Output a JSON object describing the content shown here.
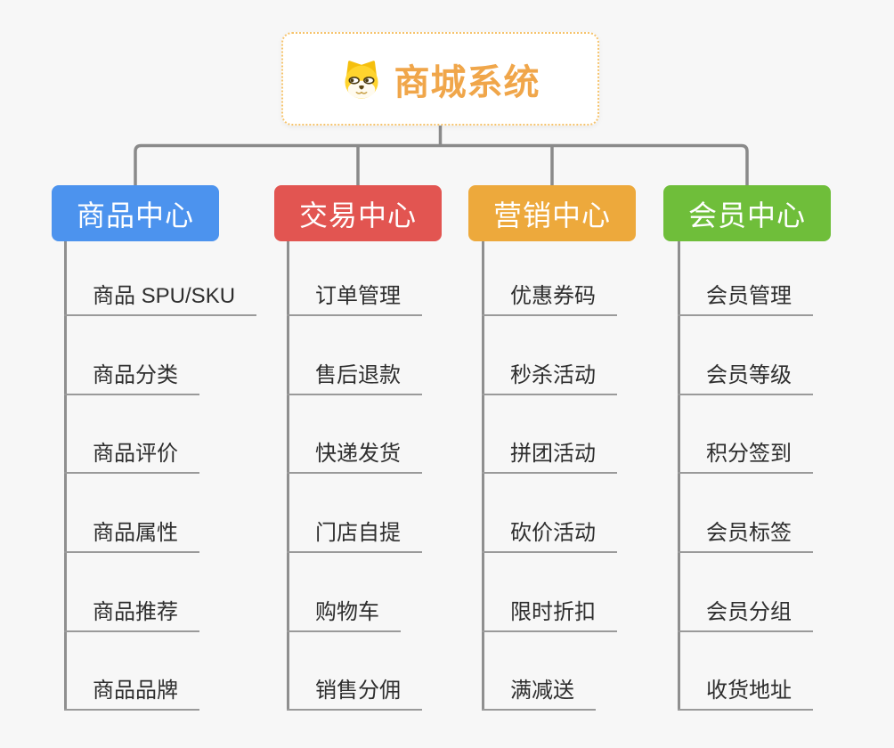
{
  "canvas": {
    "background": "#F7F7F7",
    "connector_color": "#8A8A8A"
  },
  "root": {
    "label": "商城系统",
    "icon": "dog-face-icon",
    "text_color": "#F0A64A",
    "border_color": "#F6C46E"
  },
  "branches": [
    {
      "id": "product-center",
      "label": "商品中心",
      "color": "#4C93EE",
      "children": [
        "商品 SPU/SKU",
        "商品分类",
        "商品评价",
        "商品属性",
        "商品推荐",
        "商品品牌"
      ]
    },
    {
      "id": "trade-center",
      "label": "交易中心",
      "color": "#E25551",
      "children": [
        "订单管理",
        "售后退款",
        "快递发货",
        "门店自提",
        "购物车",
        "销售分佣"
      ]
    },
    {
      "id": "marketing-center",
      "label": "营销中心",
      "color": "#EDA93C",
      "children": [
        "优惠券码",
        "秒杀活动",
        "拼团活动",
        "砍价活动",
        "限时折扣",
        "满减送"
      ]
    },
    {
      "id": "member-center",
      "label": "会员中心",
      "color": "#6FBE3A",
      "children": [
        "会员管理",
        "会员等级",
        "积分签到",
        "会员标签",
        "会员分组",
        "收货地址"
      ]
    }
  ]
}
